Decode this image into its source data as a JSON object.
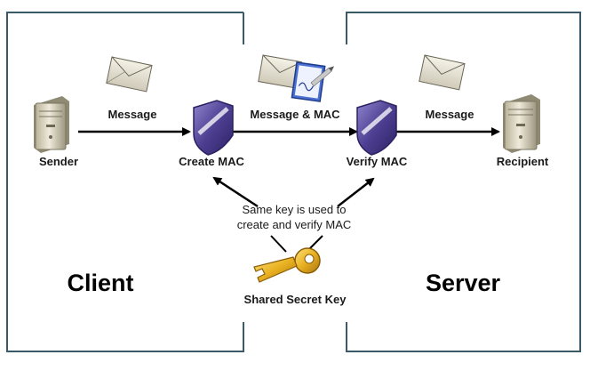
{
  "diagram": {
    "regions": {
      "client_label": "Client",
      "server_label": "Server"
    },
    "nodes": {
      "sender": "Sender",
      "create_mac": "Create MAC",
      "verify_mac": "Verify MAC",
      "recipient": "Recipient"
    },
    "edges": {
      "sender_to_create": "Message",
      "create_to_verify": "Message & MAC",
      "verify_to_recipient": "Message"
    },
    "note": {
      "line1": "Same key is used to",
      "line2": "create and verify MAC"
    },
    "key_label": "Shared Secret Key"
  },
  "colors": {
    "border": "#3a5a6a",
    "arrow": "#000000",
    "shield": "#5a4a9a",
    "key": "#e8b020"
  },
  "icons": {
    "sender": "server-tower-icon",
    "recipient": "server-tower-icon",
    "create_mac": "shield-icon",
    "verify_mac": "shield-icon",
    "message": "envelope-icon",
    "message_and_mac": "envelope-with-signed-document-icon",
    "shared_key": "key-icon"
  }
}
